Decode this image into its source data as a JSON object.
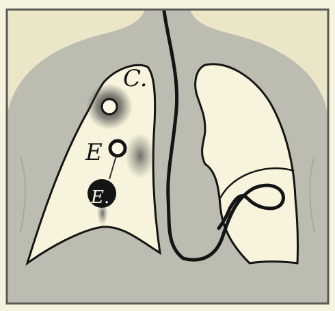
{
  "labels": {
    "cavity": "C.",
    "e_upper": "E",
    "e_lower": "E."
  },
  "colors": {
    "paper": "#f6f2e0",
    "body_tone": "#bdbcb0",
    "lung_fill": "#f7f3dc",
    "ink": "#141414",
    "frame": "#5a5a54"
  }
}
